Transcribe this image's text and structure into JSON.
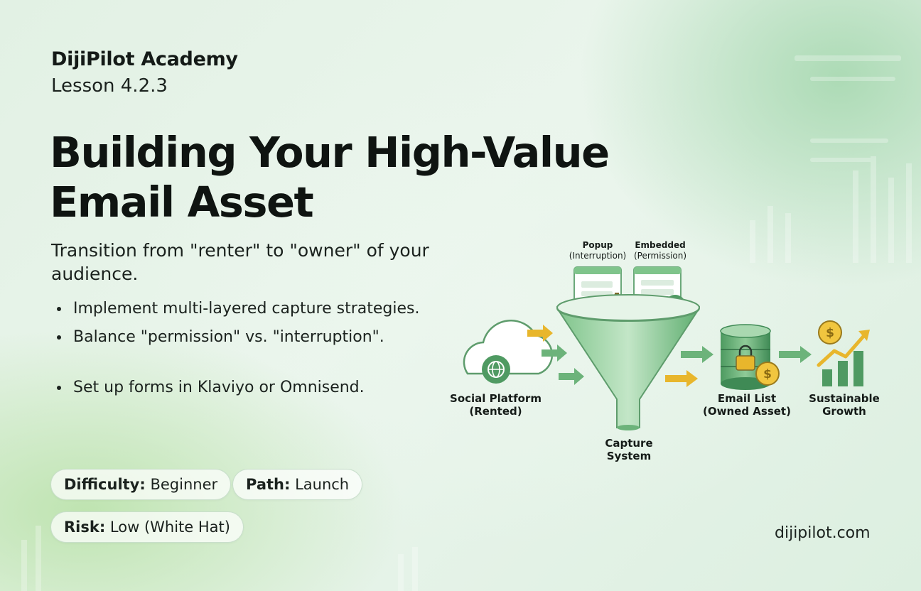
{
  "header": {
    "brand": "DijiPilot Academy",
    "lesson": "Lesson 4.2.3"
  },
  "title": {
    "line1": "Building Your High-Value",
    "line2": "Email Asset"
  },
  "subtitle": "Transition from \"renter\" to \"owner\" of your audience.",
  "bullets": [
    "Implement multi-layered capture strategies.",
    "Balance \"permission\" vs. \"interruption\".",
    "Set up forms in Klaviyo or Omnisend."
  ],
  "badges": {
    "difficulty": {
      "label": "Difficulty:",
      "value": "Beginner"
    },
    "path": {
      "label": "Path:",
      "value": "Launch"
    },
    "risk": {
      "label": "Risk:",
      "value": "Low (White Hat)"
    }
  },
  "diagram": {
    "popup": {
      "name": "Popup",
      "desc": "(Interruption)"
    },
    "embedded": {
      "name": "Embedded",
      "desc": "(Permission)"
    },
    "social": {
      "line1": "Social Platform",
      "line2": "(Rented)"
    },
    "capture": {
      "line1": "Capture",
      "line2": "System"
    },
    "email_list": {
      "line1": "Email List",
      "line2": "(Owned Asset)"
    },
    "growth": {
      "line1": "Sustainable",
      "line2": "Growth"
    }
  },
  "footer": {
    "website": "dijipilot.com"
  },
  "colors": {
    "green_dark": "#3f8a55",
    "green_mid": "#6cb37a",
    "green_light": "#bfe3c4",
    "gold": "#e8b62c"
  }
}
